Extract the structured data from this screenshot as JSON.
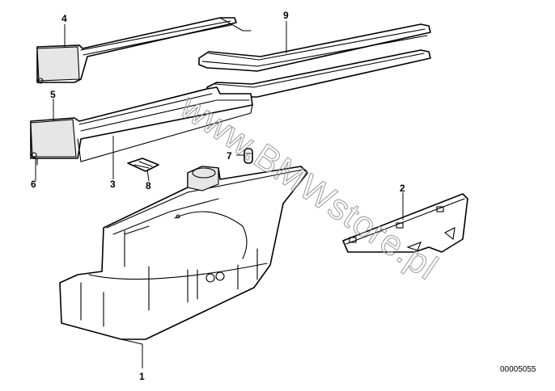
{
  "callouts": [
    {
      "id": "4",
      "label": "4"
    },
    {
      "id": "9",
      "label": "9"
    },
    {
      "id": "5",
      "label": "5"
    },
    {
      "id": "6",
      "label": "6"
    },
    {
      "id": "3",
      "label": "3"
    },
    {
      "id": "8",
      "label": "8"
    },
    {
      "id": "7",
      "label": "7"
    },
    {
      "id": "2",
      "label": "2"
    },
    {
      "id": "1",
      "label": "1"
    }
  ],
  "diagram_code": "00005055",
  "watermark": "www.BMWstore.pl"
}
